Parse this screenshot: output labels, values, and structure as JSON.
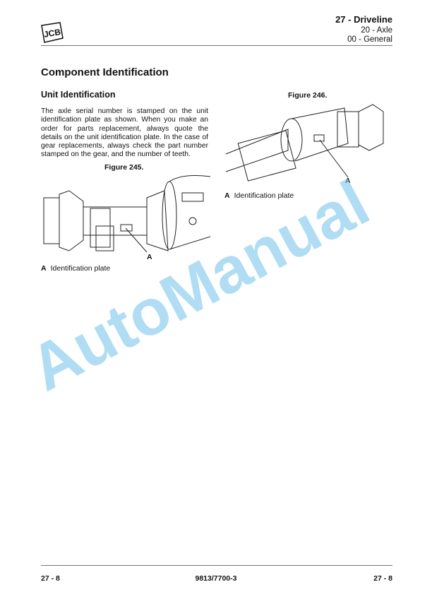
{
  "header": {
    "logo": "JCB",
    "chapter": "27 - Driveline",
    "section": "20 - Axle",
    "subsection": "00 - General"
  },
  "main": {
    "title": "Component Identification",
    "subtitle": "Unit Identification",
    "paragraph": "The axle serial number is stamped on the unit identification plate as shown. When you make an order for parts replacement, always quote the details on the unit identification plate. In the case of gear replacements, always check the part number stamped on the gear, and the number of teeth.",
    "figures": [
      {
        "caption": "Figure 245.",
        "callout": "A",
        "legend_key": "A",
        "legend_text": "Identification plate"
      },
      {
        "caption": "Figure 246.",
        "callout": "A",
        "legend_key": "A",
        "legend_text": "Identification plate"
      }
    ]
  },
  "watermark": "AutoManual",
  "footer": {
    "left": "27 - 8",
    "center": "9813/7700-3",
    "right": "27 - 8"
  }
}
